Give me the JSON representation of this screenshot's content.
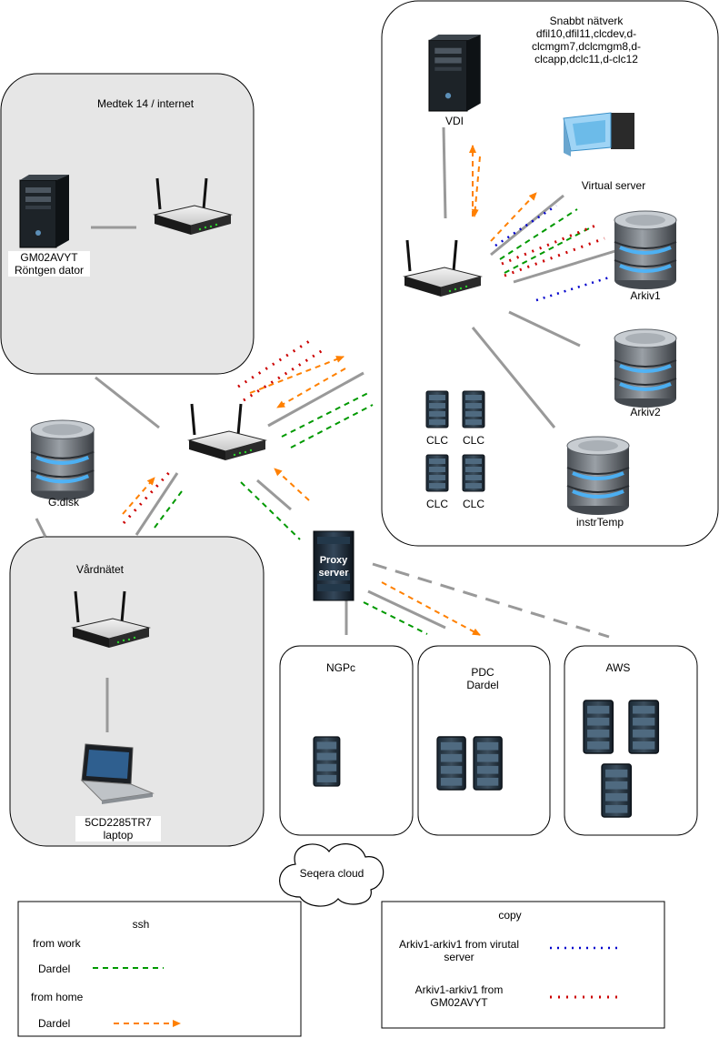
{
  "zones": {
    "medtek": "Medtek 14 / internet",
    "snabbt": [
      "Snabbt nätverk",
      "dfil10,dfil11,clcdev,d-",
      "clcmgm7,dclcmgm8,d-",
      "clcapp,dclc11,d-clc12"
    ],
    "vardnatet": "Vårdnätet",
    "ngpc": "NGPc",
    "pdc": [
      "PDC",
      "Dardel"
    ],
    "aws": "AWS"
  },
  "nodes": {
    "gm02": [
      "GM02AVYT",
      "Röntgen dator"
    ],
    "vdi": "VDI",
    "virtual_server": "Virtual server",
    "arkiv1": "Arkiv1",
    "arkiv2": "Arkiv2",
    "instrtemp": "instrTemp",
    "clc": [
      "CLC",
      "CLC",
      "CLC",
      "CLC"
    ],
    "gdisk": "G:disk",
    "proxy": [
      "Proxy",
      "server"
    ],
    "laptop": [
      "5CD2285TR7",
      "laptop"
    ],
    "seqera": "Seqera cloud"
  },
  "legend_ssh": {
    "title": "ssh",
    "from_work": "from work",
    "dardel_work": "Dardel",
    "from_home": "from home",
    "dardel_home": "Dardel"
  },
  "legend_copy": {
    "title": "copy",
    "item1": [
      "Arkiv1-arkiv1 from virutal",
      "server"
    ],
    "item2": [
      "Arkiv1-arkiv1 from",
      "GM02AVYT"
    ]
  },
  "colors": {
    "ssh_work": "#009900",
    "ssh_home": "#ff8000",
    "copy_virtual": "#0000cc",
    "copy_gm02": "#cc0000",
    "link": "#999999",
    "zone_fill": "#e6e6e6"
  }
}
